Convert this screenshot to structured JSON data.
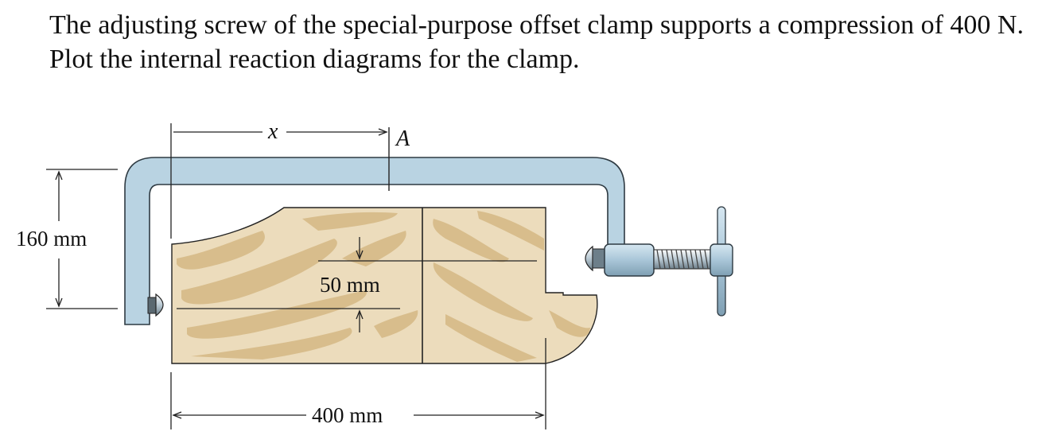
{
  "problem": {
    "text": "The adjusting screw of the special-purpose offset clamp supports a compression of 400 N. Plot the internal reaction diagrams for the clamp."
  },
  "figure": {
    "labels": {
      "x": "x",
      "point_a": "A",
      "height_dim": "160 mm",
      "offset_dim": "50 mm",
      "length_dim": "400 mm"
    },
    "colors": {
      "clamp": "#b9d3e2",
      "clamp_edge": "#2e3a42",
      "wood": "#ecdcbc",
      "wood_grain": "#d8bd8c"
    }
  }
}
